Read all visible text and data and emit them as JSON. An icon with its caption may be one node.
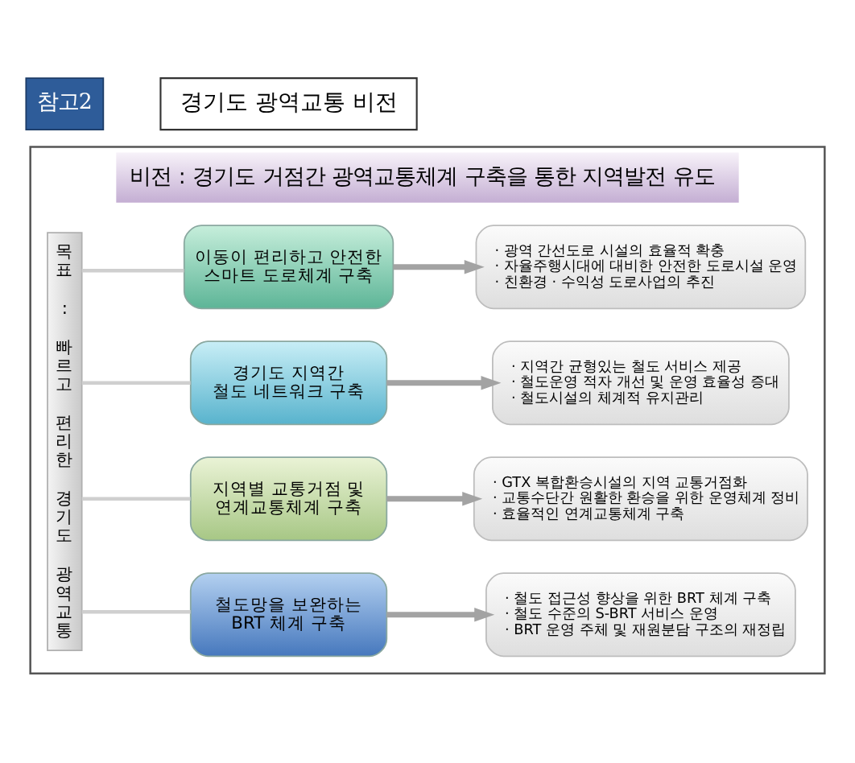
{
  "diagram": {
    "nodes": [
      {
        "text": [
          "참고2"
        ]
      },
      {
        "text": [
          "경기도 광역교통 비전"
        ]
      },
      {
        "text": [
          "비전 : 경기도 거점간 광역교통체계 구축을 통한 지역발전 유도"
        ]
      },
      {
        "text": [
          "목표 : 빠르고 편리한 경기도 광역교통"
        ],
        "in": 2
      },
      {
        "text": [
          "이동이 편리하고 안전한 스마트 도로체계 구축"
        ],
        "in": 2
      },
      {
        "text": [
          "· 광역 간선도로 시설의 효율적 확충",
          "· 자율주행시대에 대비한 안전한 도로시설 운영",
          "· 친환경 · 수익성 도로사업의 추진"
        ],
        "in": 2
      },
      {
        "text": [
          "경기도 지역간 철도 네트워크 구축"
        ],
        "in": 2
      },
      {
        "text": [
          "· 지역간 균형있는 철도 서비스 제공",
          "· 철도운영 적자 개선 및 운영 효율성 증대",
          "· 철도시설의 체계적 유지관리"
        ],
        "in": 2
      },
      {
        "text": [
          "지역별 교통거점 및 연계교통체계 구축"
        ],
        "in": 2
      },
      {
        "text": [
          "· GTX 복합환승시설의 지역 교통거점화",
          "· 교통수단간 원활한 환승을 위한 운영체계 정비",
          "· 효율적인 연계교통체계 구축"
        ],
        "in": 2
      },
      {
        "text": [
          "철도망을 보완하는 BRT 체계 구축"
        ],
        "in": 2
      },
      {
        "text": [
          "· 철도 접근성 향상을 위한 BRT 체계 구축",
          "· 철도 수준의 S-BRT 서비스 운영",
          "· BRT 운영 주체 및 재원분담 구조의 재정립"
        ],
        "in": 2
      }
    ],
    "edges": [
      {
        "from": 3,
        "to": 4,
        "arrow": "none"
      },
      {
        "from": 3,
        "to": 6,
        "arrow": "none"
      },
      {
        "from": 3,
        "to": 8,
        "arrow": "none"
      },
      {
        "from": 3,
        "to": 10,
        "arrow": "none"
      },
      {
        "from": 4,
        "to": 5,
        "arrow": "to"
      },
      {
        "from": 6,
        "to": 7,
        "arrow": "to"
      },
      {
        "from": 8,
        "to": 9,
        "arrow": "to"
      },
      {
        "from": 10,
        "to": 11,
        "arrow": "to"
      }
    ]
  }
}
